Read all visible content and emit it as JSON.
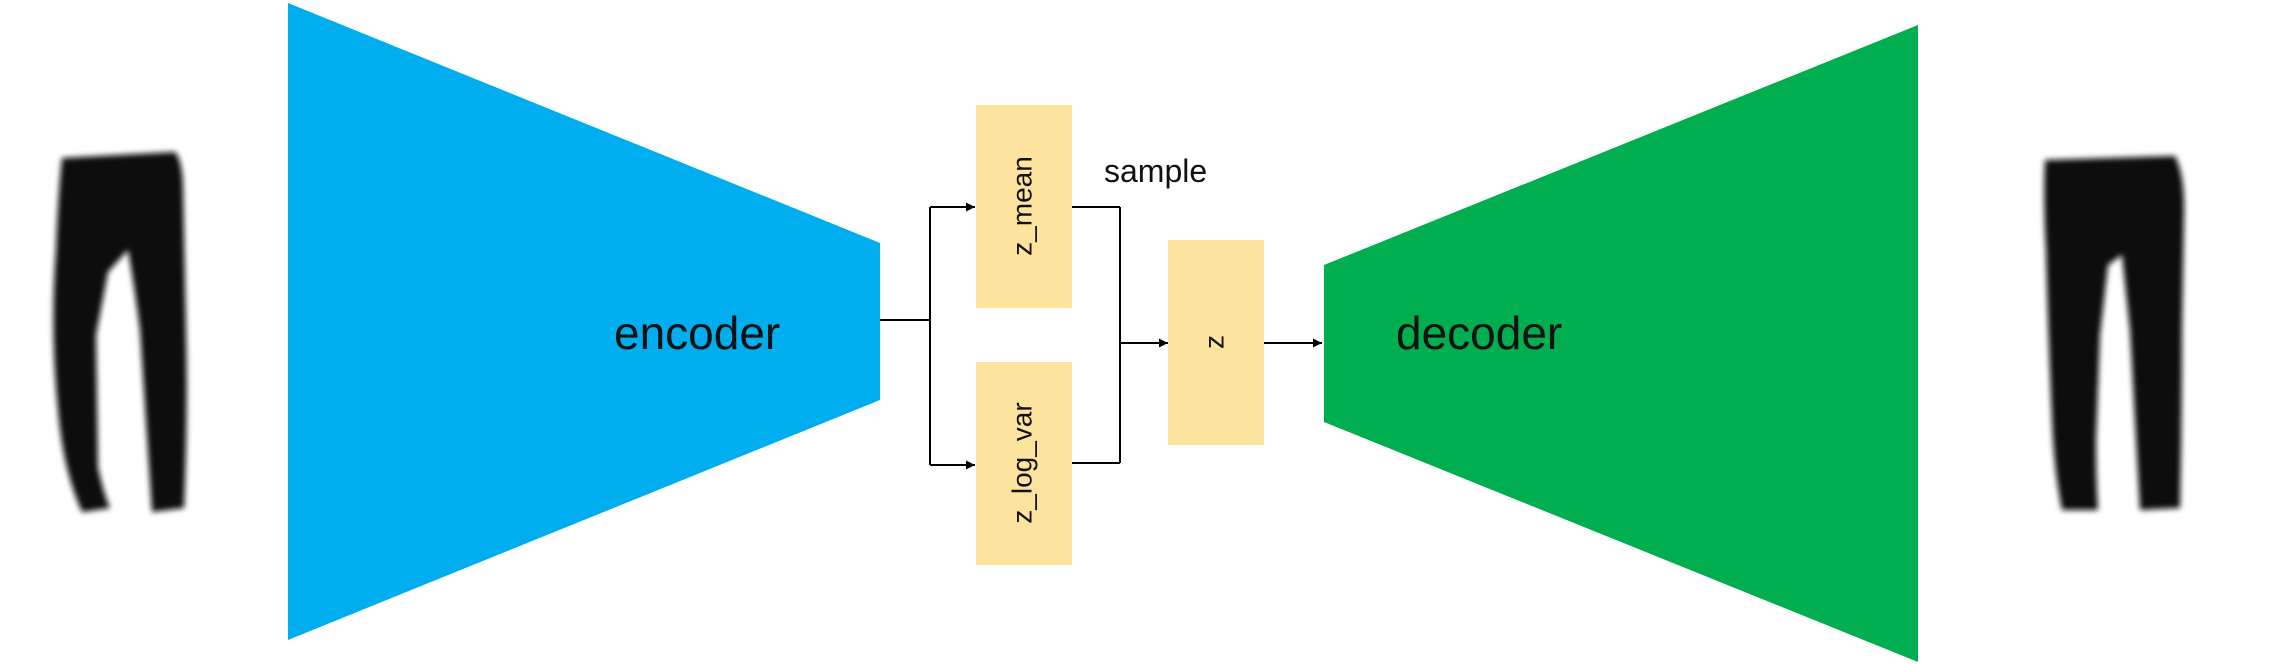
{
  "labels": {
    "encoder": "encoder",
    "decoder": "decoder",
    "z_mean": "z_mean",
    "z_log_var": "z_log_var",
    "z": "z",
    "sample": "sample"
  },
  "colors": {
    "encoder": "#00AEEF",
    "decoder": "#00AE4F",
    "latent_box": "#FDE49E",
    "line": "#000000",
    "garment": "#0d0d0d"
  },
  "images": {
    "input": "trousers-icon",
    "output": "trousers-icon"
  }
}
